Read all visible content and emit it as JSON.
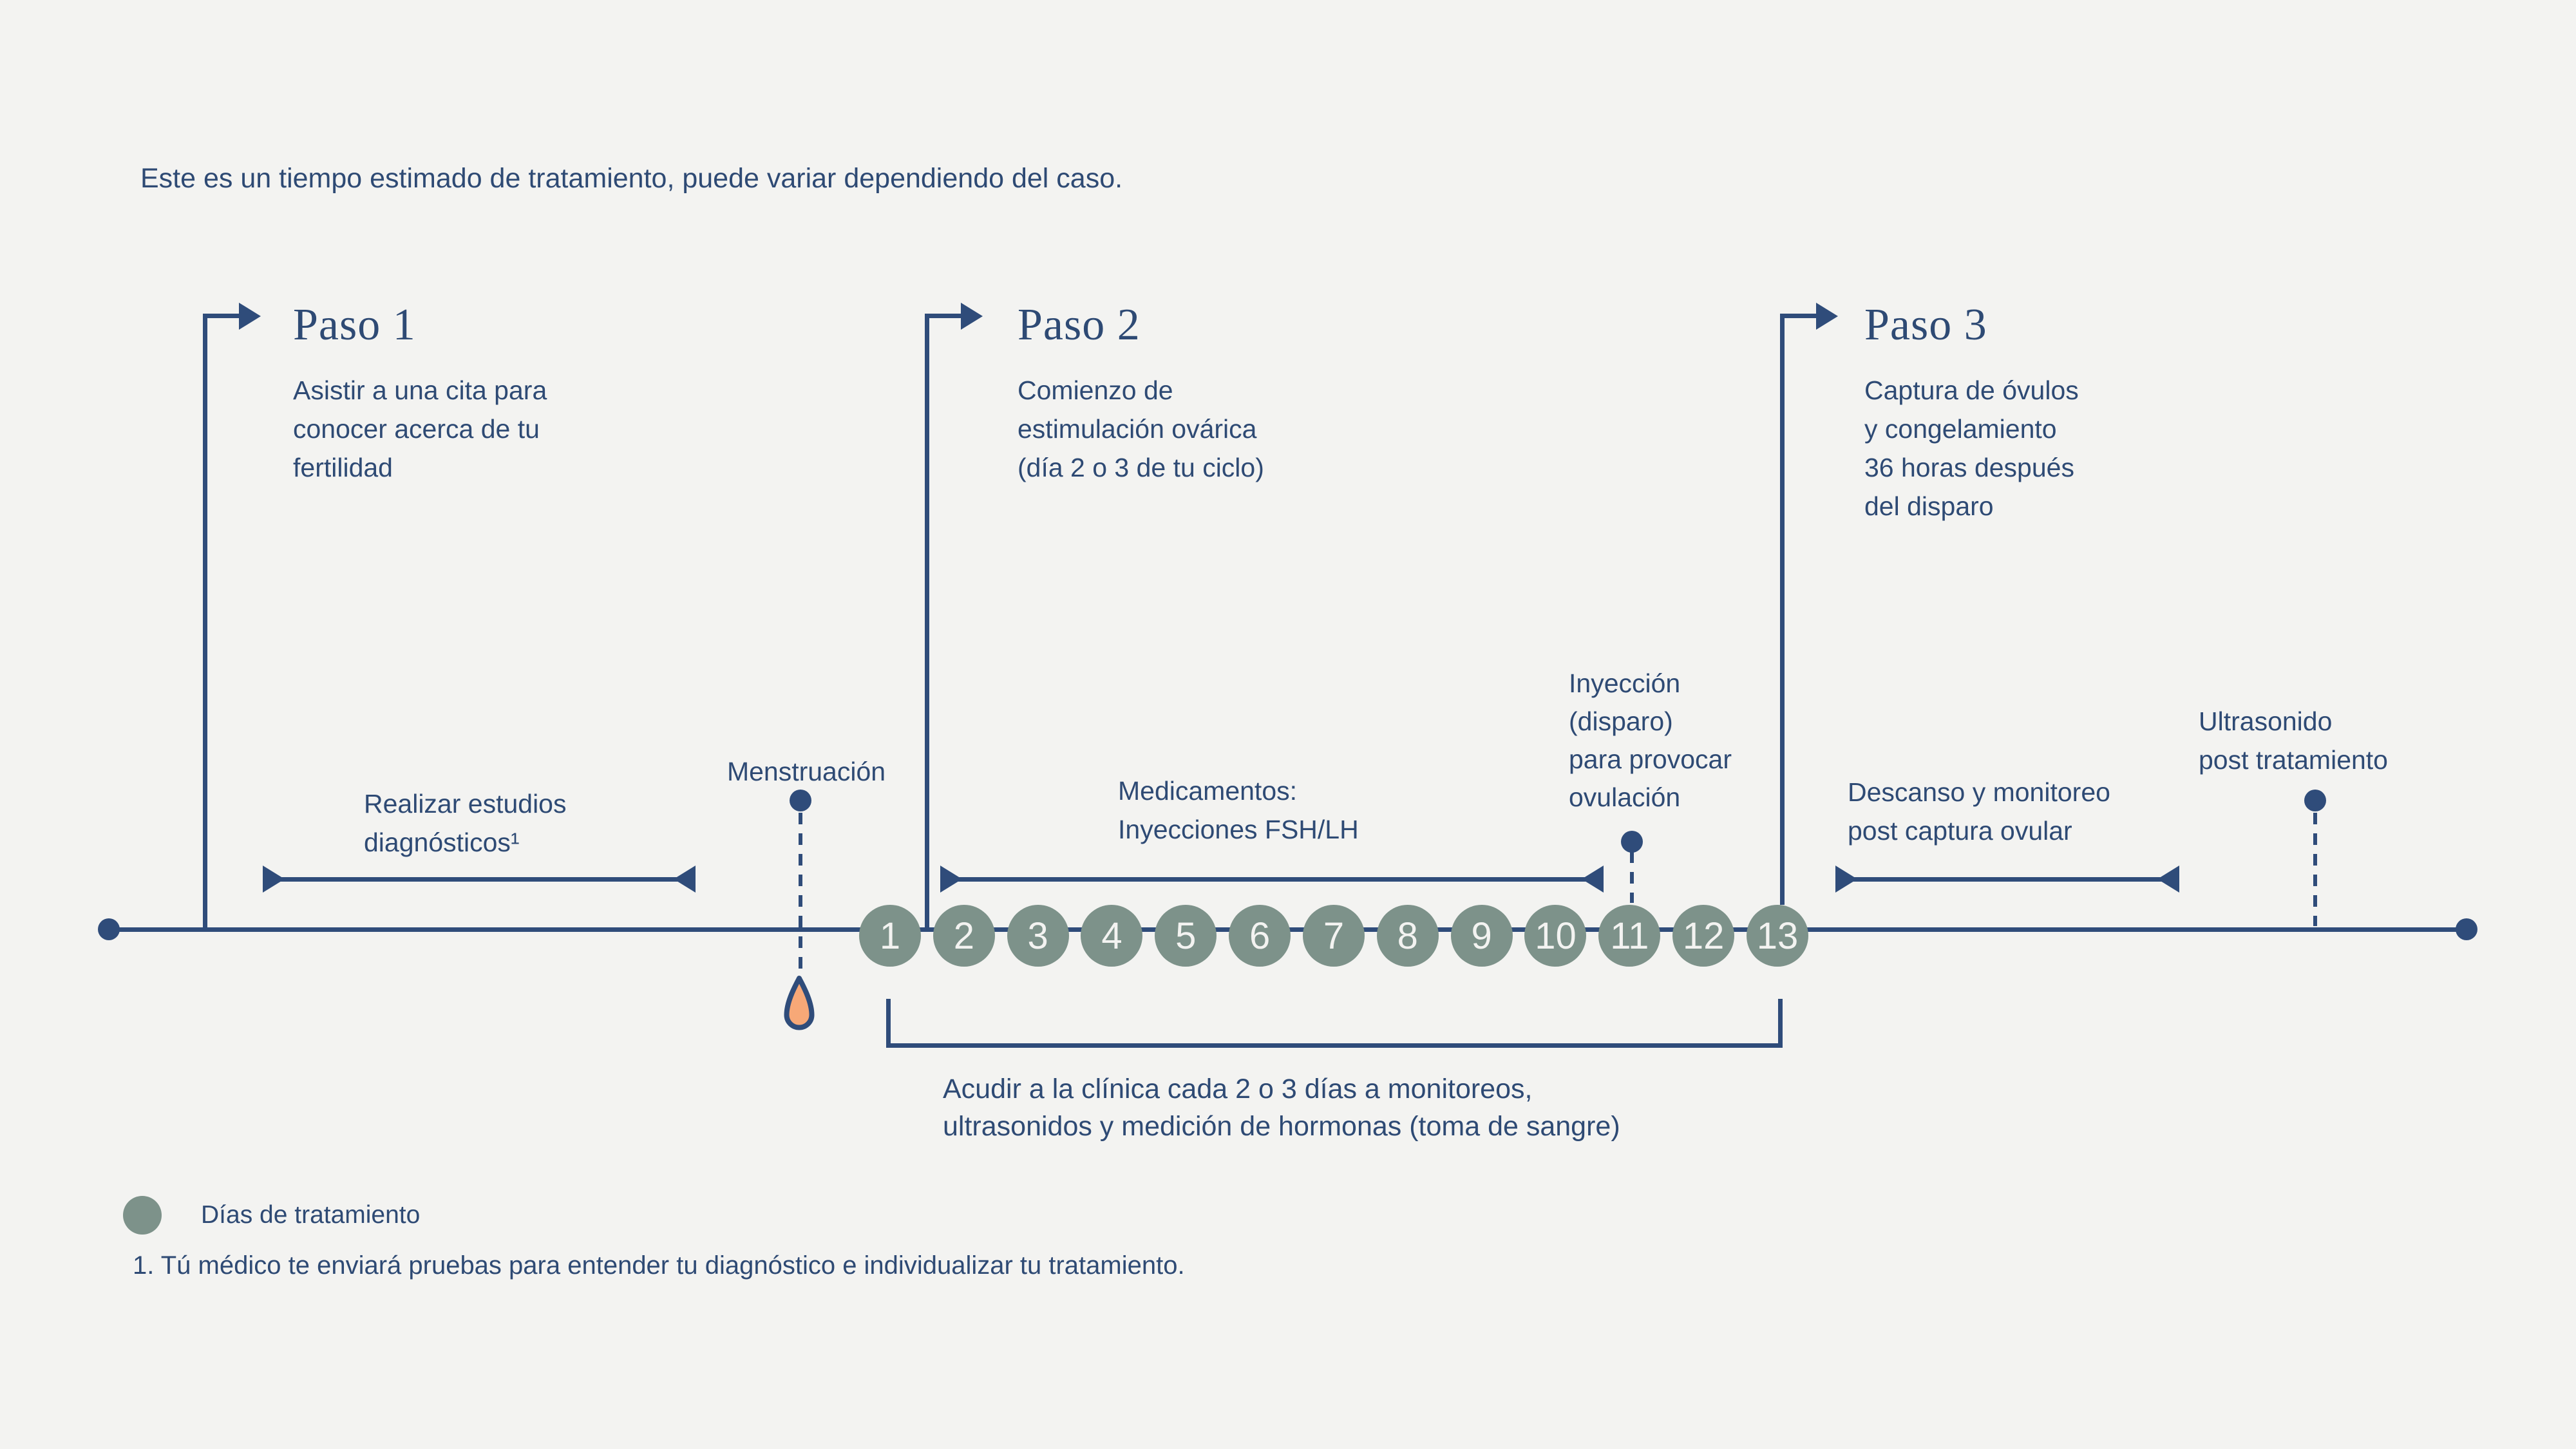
{
  "colors": {
    "background": "#f3f3f1",
    "navy": "#2e4a74",
    "sage_green": "#7d928a",
    "drop_orange": "#f7a877"
  },
  "intro": "Este es un tiempo estimado de tratamiento, puede variar dependiendo del caso.",
  "steps": [
    {
      "title": "Paso 1",
      "description": "Asistir a una cita para\nconocer acerca de tu\nfertilidad"
    },
    {
      "title": "Paso 2",
      "description": "Comienzo de\nestimulación ovárica\n(día 2 o 3 de tu ciclo)"
    },
    {
      "title": "Paso 3",
      "description": "Captura de óvulos\ny congelamiento\n36 horas después\ndel disparo"
    }
  ],
  "timeline": {
    "days": [
      "1",
      "2",
      "3",
      "4",
      "5",
      "6",
      "7",
      "8",
      "9",
      "10",
      "11",
      "12",
      "13"
    ],
    "labels": {
      "diagnostics": "Realizar estudios\ndiagnósticos¹",
      "menstruation": "Menstruación",
      "medications": "Medicamentos:\nInyecciones FSH/LH",
      "trigger": "Inyección\n(disparo)\npara provocar\novulación",
      "rest": "Descanso y monitoreo\npost captura ovular",
      "ultrasound": "Ultrasonido\npost tratamiento"
    },
    "clinic_note": "Acudir a la clínica cada 2 o 3 días a monitoreos,\nultrasonidos y medición de hormonas (toma de sangre)"
  },
  "legend": {
    "label": "Días de tratamiento"
  },
  "footnote": "1. Tú médico te enviará pruebas para entender tu diagnóstico e individualizar tu tratamiento."
}
